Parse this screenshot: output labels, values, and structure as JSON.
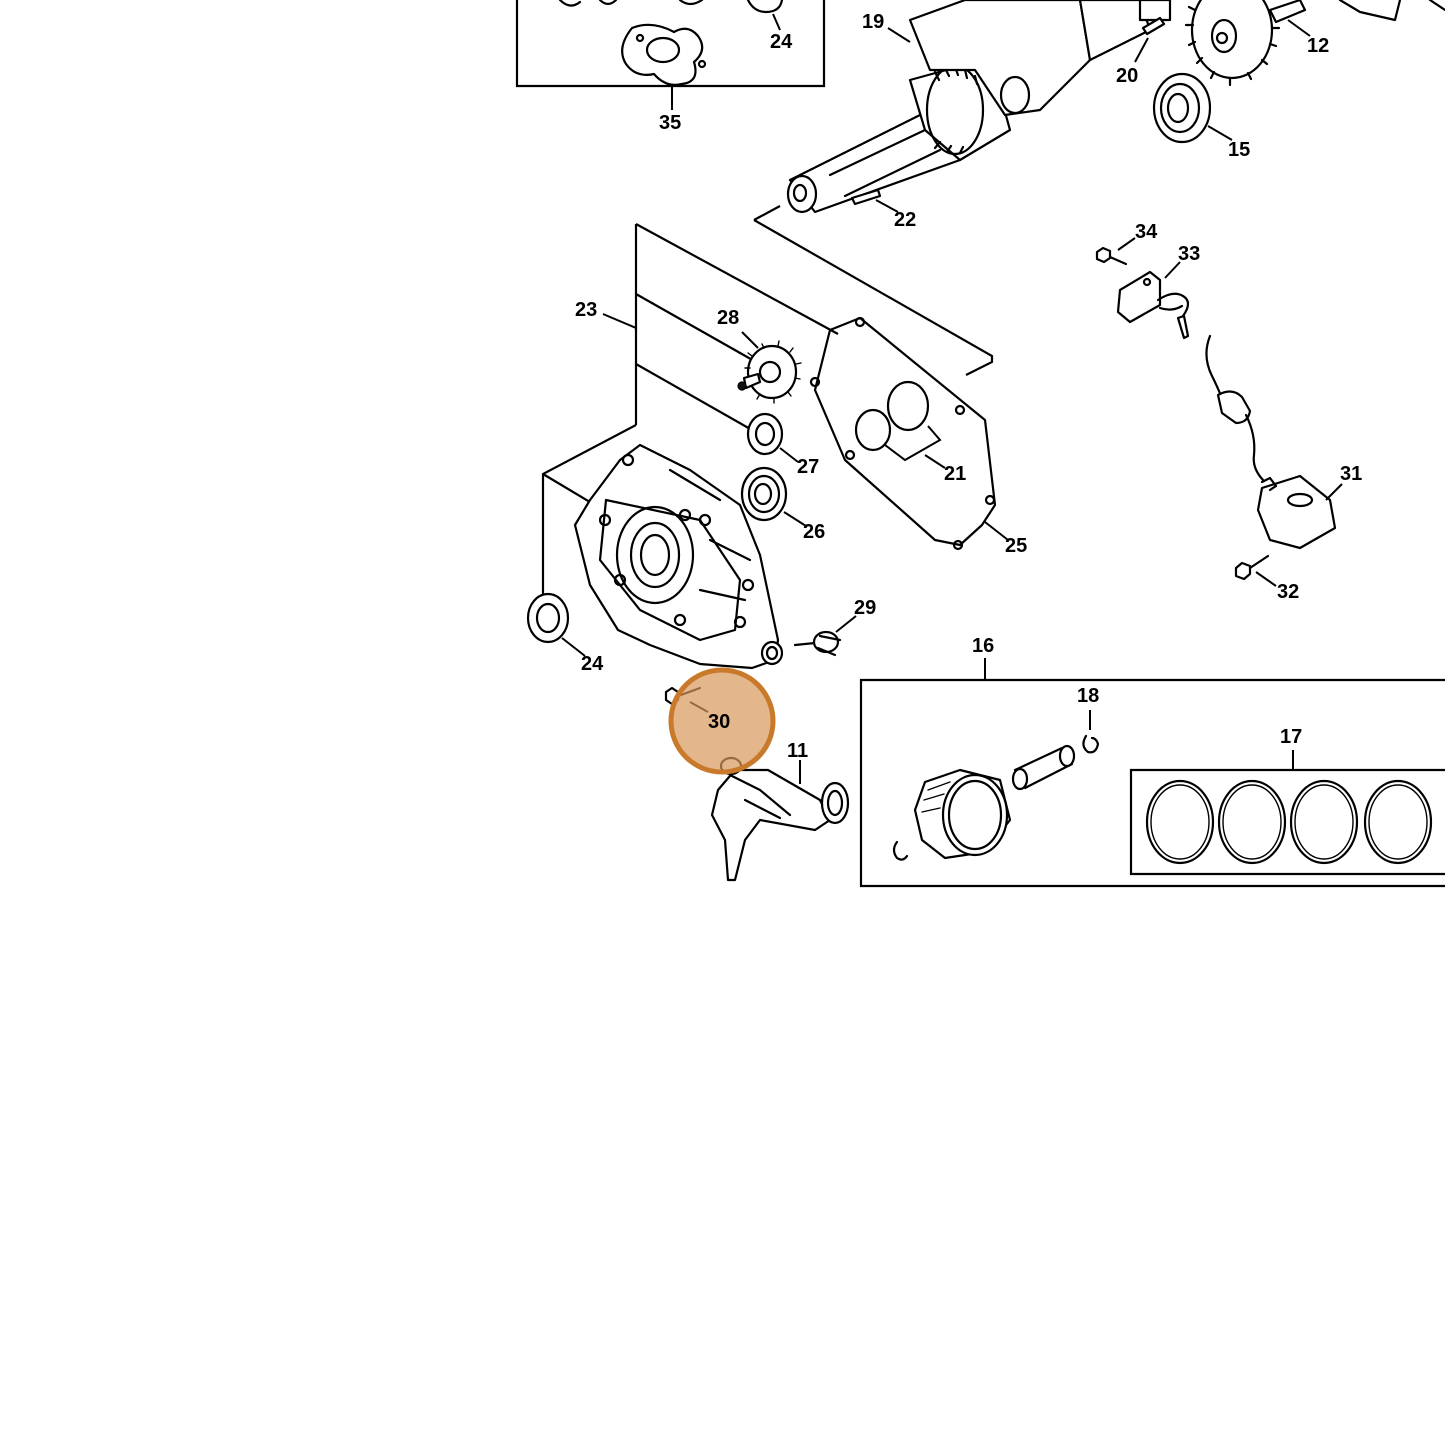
{
  "highlight": {
    "part": "30",
    "fill": "#d9975a",
    "stroke": "#c87a2a",
    "opacity": 0.7
  },
  "callouts": {
    "c11": "11",
    "c12": "12",
    "c15": "15",
    "c16": "16",
    "c17": "17",
    "c18": "18",
    "c19": "19",
    "c20": "20",
    "c21": "21",
    "c22": "22",
    "c23": "23",
    "c24_top": "24",
    "c24": "24",
    "c25": "25",
    "c26": "26",
    "c27": "27",
    "c28": "28",
    "c29": "29",
    "c30": "30",
    "c31": "31",
    "c32": "32",
    "c33": "33",
    "c34": "34",
    "c35": "35"
  }
}
